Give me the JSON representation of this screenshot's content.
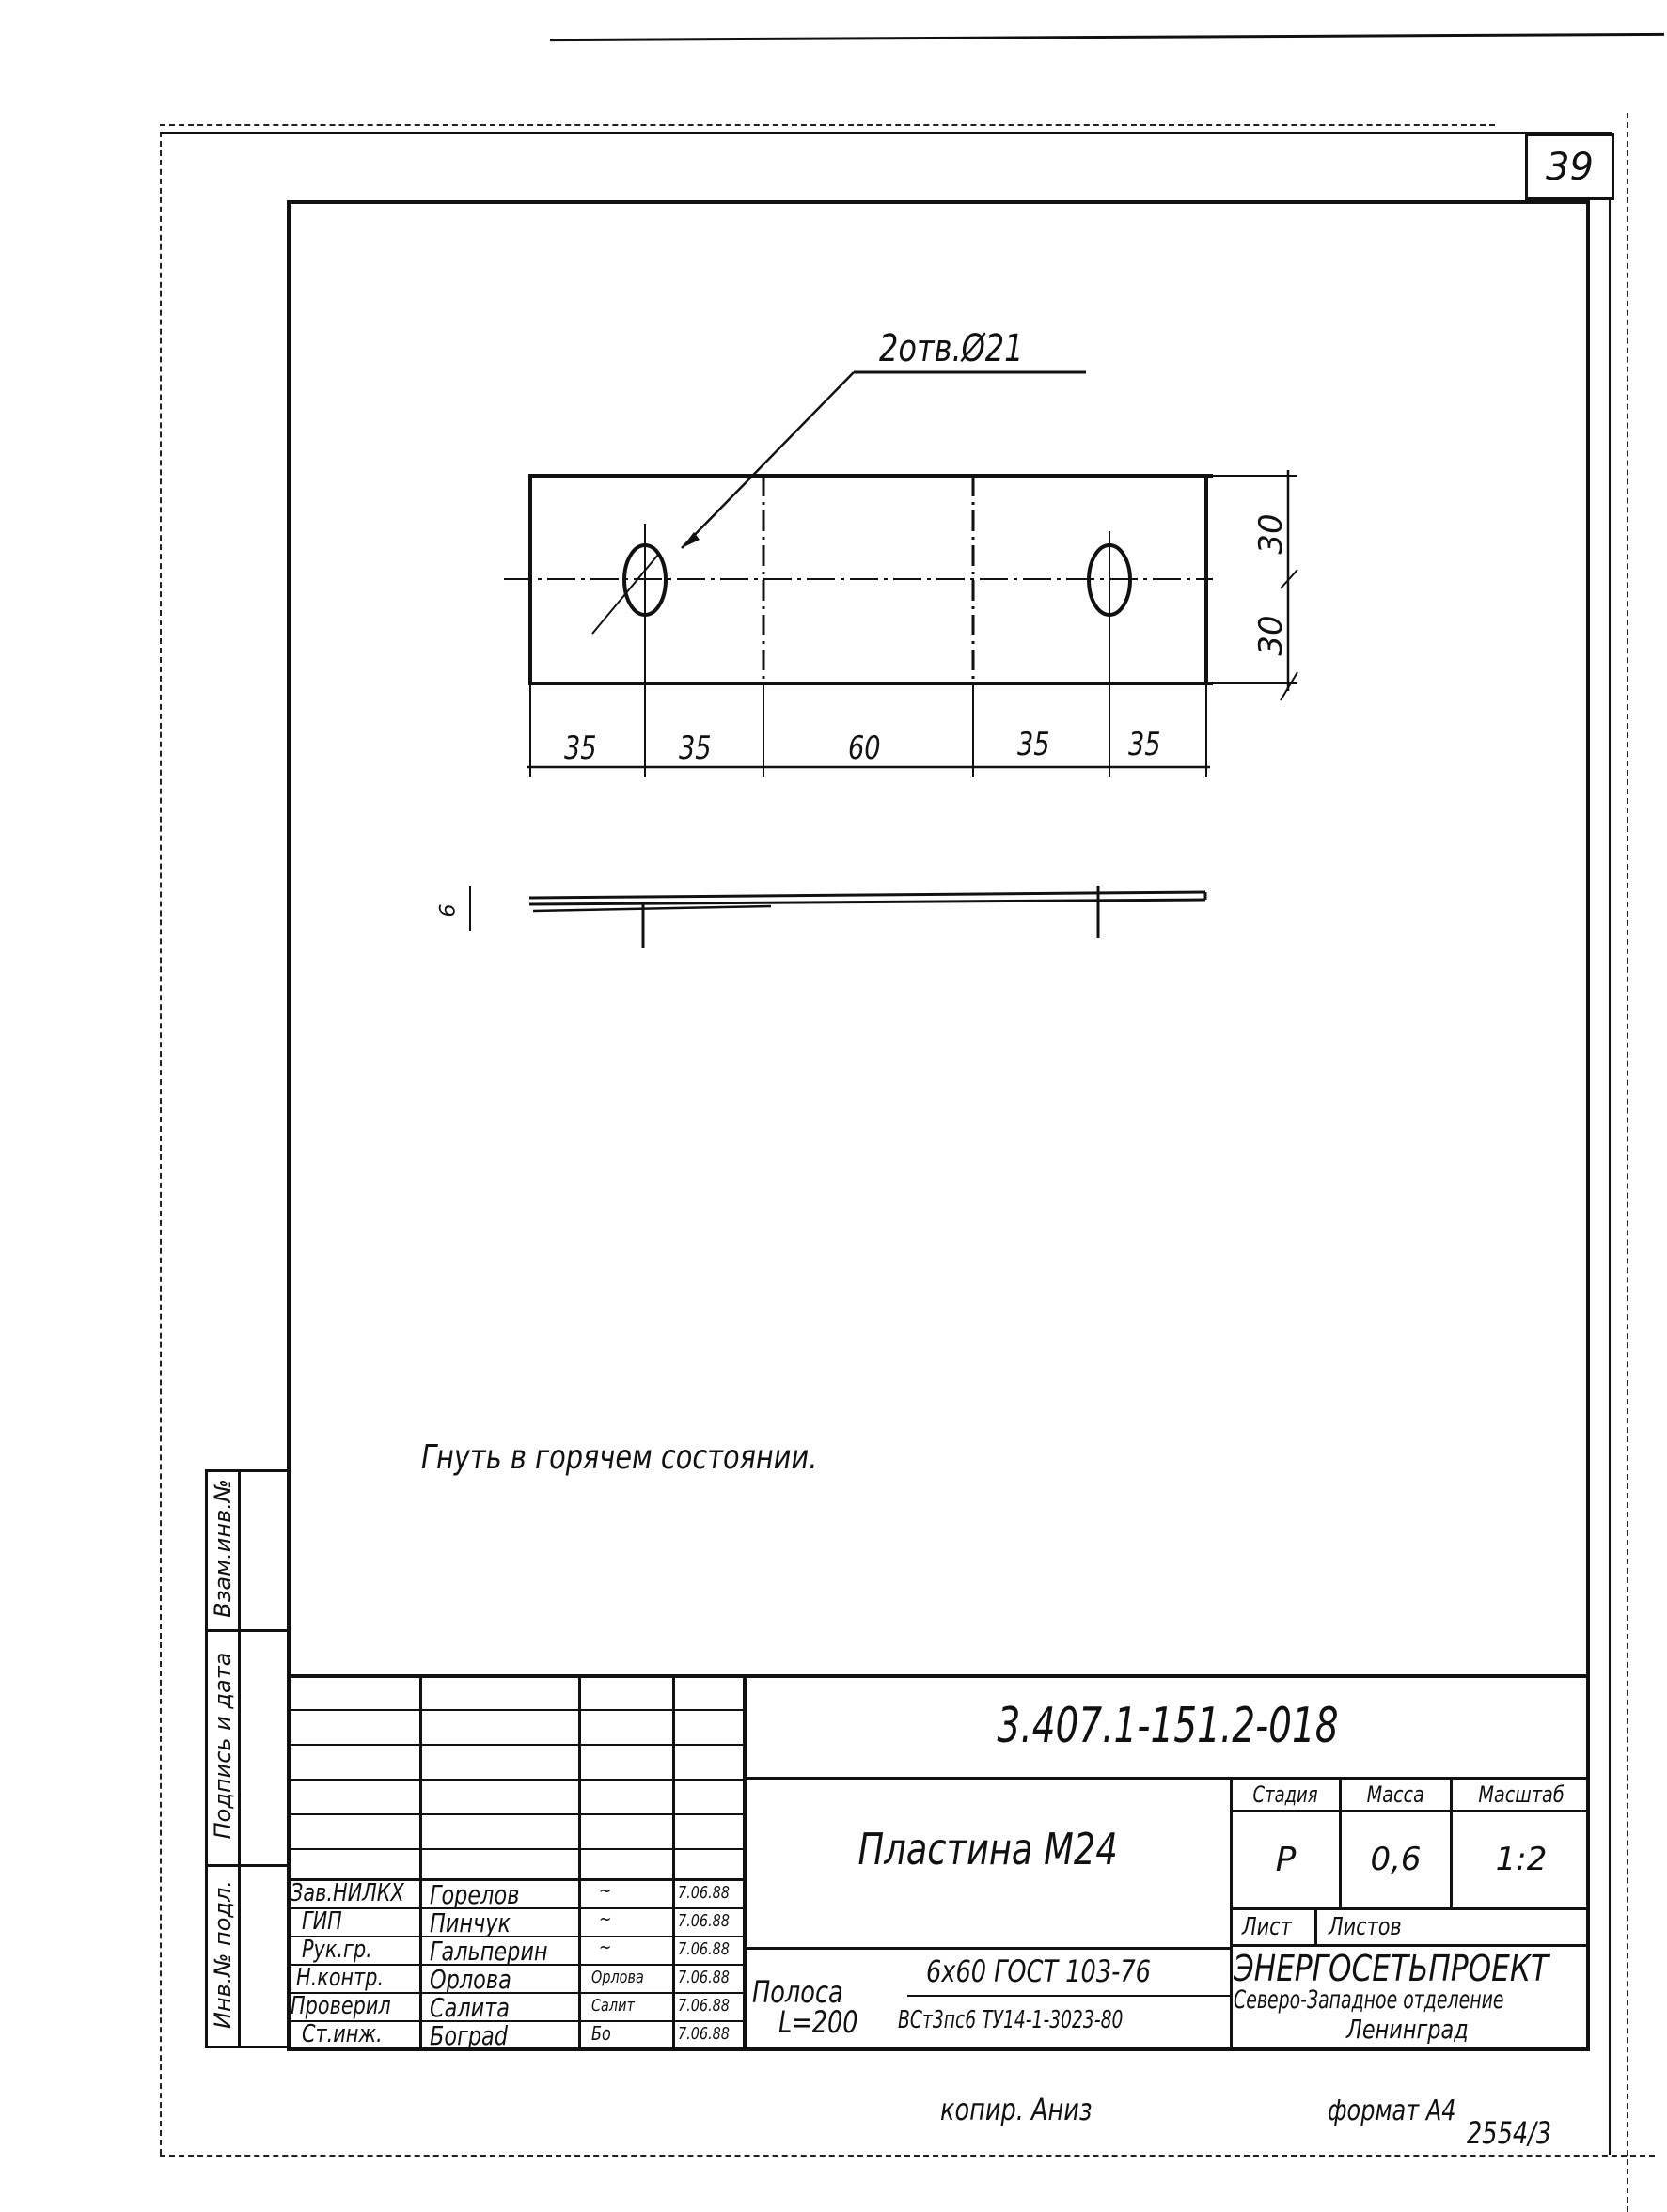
{
  "sheet": {
    "page_number": "39",
    "copy_note": "копир. Аниз",
    "format_note": "формат А4",
    "archive_number": "2554/3"
  },
  "drawing": {
    "callout": "2отв.Ø21",
    "dimensions_horizontal": [
      "35",
      "35",
      "60",
      "35",
      "35"
    ],
    "dimensions_vertical": [
      "30",
      "30"
    ],
    "side_view_thickness": "6",
    "note": "Гнуть в горячем состоянии."
  },
  "side_stamp": {
    "labels": [
      "Инв.№ подл.",
      "Подпись и дата",
      "Взам.инв.№"
    ]
  },
  "title_block": {
    "document_code": "3.407.1-151.2-018",
    "part_name": "Пластина М24",
    "material_line1_label": "Полоса",
    "material_line1_value": "6х60 ГОСТ 103-76",
    "material_line2_label": "L=200",
    "material_line2_value": "ВСт3пс6 ТУ14-1-3023-80",
    "headers": {
      "stage": "Стадия",
      "mass": "Масса",
      "scale": "Масштаб",
      "sheet": "Лист",
      "sheets": "Листов"
    },
    "values": {
      "stage": "Р",
      "mass": "0,6",
      "scale": "1:2"
    },
    "organization": "ЭНЕРГОСЕТЬПРОЕКТ",
    "department": "Северо-Западное отделение",
    "city": "Ленинград",
    "signatures": [
      {
        "role": "Зав.НИЛКХ",
        "name": "Горелов",
        "sign": "~",
        "date": "7.06.88"
      },
      {
        "role": "ГИП",
        "name": "Пинчук",
        "sign": "~",
        "date": "7.06.88"
      },
      {
        "role": "Рук.гр.",
        "name": "Гальперин",
        "sign": "~",
        "date": "7.06.88"
      },
      {
        "role": "Н.контр.",
        "name": "Орлова",
        "sign": "Орлова",
        "date": "7.06.88"
      },
      {
        "role": "Проверил",
        "name": "Салита",
        "sign": "Салит",
        "date": "7.06.88"
      },
      {
        "role": "Ст.инж.",
        "name": "Бограd",
        "sign": "Бо",
        "date": "7.06.88"
      }
    ]
  }
}
